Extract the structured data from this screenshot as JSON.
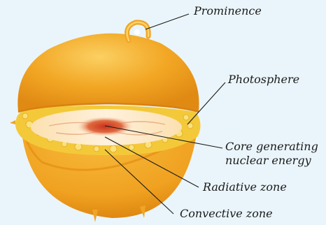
{
  "labels": {
    "prominence": "Prominence",
    "photosphere": "Photosphere",
    "core_line1": "Core generating",
    "core_line2": "nuclear energy",
    "radiative": "Radiative zone",
    "convective": "Convective zone"
  },
  "colors": {
    "background": "#eaf5fb",
    "sun_body": "#f2a623",
    "sun_highlight": "#f8c64c",
    "sun_edge": "#e48d12",
    "convective_zone": "#f3c93a",
    "radiative_zone": "#fbe7bf",
    "core": "#d84a2a",
    "leader_lines": "#1a1a1a"
  }
}
